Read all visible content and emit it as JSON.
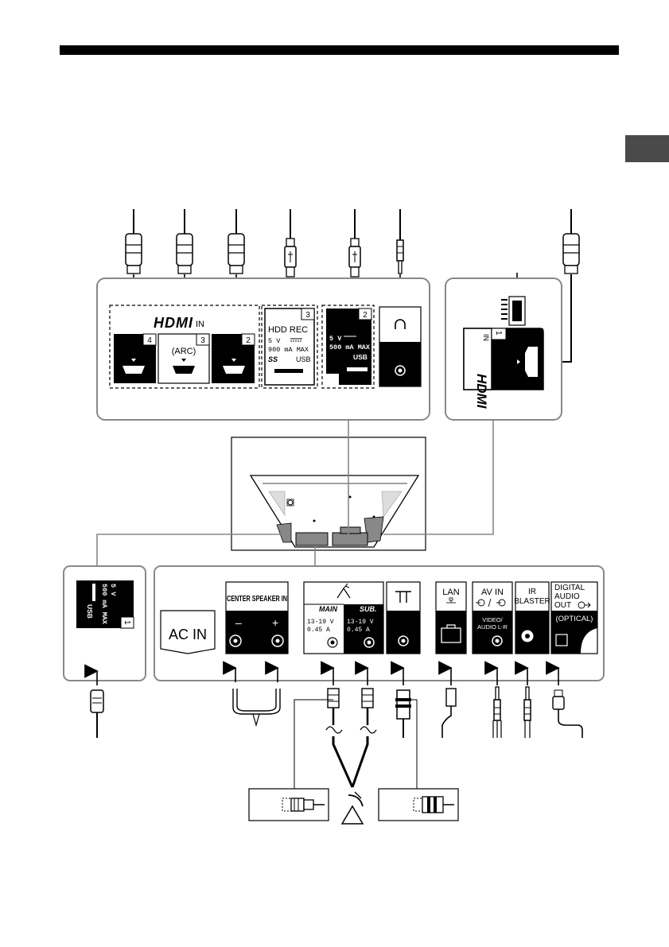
{
  "page": {
    "accent": "#000000",
    "tab_color": "#4a4a4a"
  },
  "top_panel": {
    "hdmi_logo": "HDMI",
    "hdmi_in_label": "IN",
    "hdmi_ports": [
      {
        "number": "4",
        "tag": ""
      },
      {
        "number": "3",
        "tag": "(ARC)"
      },
      {
        "number": "2",
        "tag": ""
      }
    ],
    "usb3": {
      "number": "3",
      "title": "HDD REC",
      "rating_v": "5 V",
      "rating_ma": "900 mA MAX",
      "ss": "SS",
      "usb": "USB"
    },
    "usb2": {
      "number": "2",
      "rating_v": "5 V",
      "rating_ma": "500 mA MAX",
      "usb": "USB"
    },
    "headphone": {
      "icon": "headphone-icon"
    }
  },
  "side_panel": {
    "hdmi_logo": "HDMI",
    "hdmi_in_label": "IN",
    "number": "1"
  },
  "usb1_panel": {
    "rating_v": "5 V",
    "rating_ma": "500 mA MAX",
    "usb": "USB",
    "number": "1"
  },
  "bottom_panel": {
    "ac_in": "AC IN",
    "center_speaker": {
      "title": "CENTER SPEAKER IN",
      "minus": "–",
      "plus": "+"
    },
    "satellite": {
      "main_label": "MAIN",
      "sub_label": "SUB.",
      "main_rating": [
        "13-19 V",
        "0.45 A"
      ],
      "sub_rating": [
        "13-19 V",
        "0.45 A"
      ]
    },
    "lan": {
      "title": "LAN"
    },
    "av_in": {
      "title": "AV IN",
      "sub": "VIDEO/",
      "sub2": "AUDIO L-R"
    },
    "ir_blaster": {
      "line1": "IR",
      "line2": "BLASTER"
    },
    "digital_audio": {
      "line1": "DIGITAL",
      "line2": "AUDIO",
      "line3": "OUT",
      "line4": "(OPTICAL)"
    }
  }
}
